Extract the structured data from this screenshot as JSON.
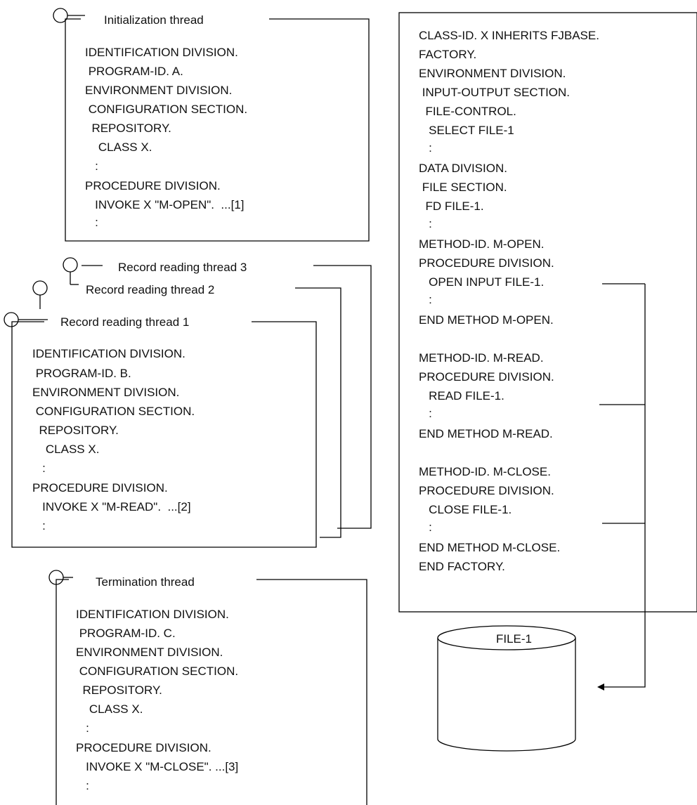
{
  "init_thread": {
    "title": "Initialization thread",
    "lines": [
      "IDENTIFICATION DIVISION.",
      " PROGRAM-ID. A.",
      "ENVIRONMENT DIVISION.",
      " CONFIGURATION SECTION.",
      "  REPOSITORY.",
      "    CLASS X.",
      "   :",
      "PROCEDURE DIVISION.",
      "   INVOKE X \"M-OPEN\".  ...[1]",
      "   :"
    ]
  },
  "record_threads": {
    "thread_3_title": "Record reading thread 3",
    "thread_2_title": "Record reading thread 2",
    "thread_1_title": "Record reading thread 1",
    "lines": [
      "IDENTIFICATION DIVISION.",
      " PROGRAM-ID. B.",
      "ENVIRONMENT DIVISION.",
      " CONFIGURATION SECTION.",
      "  REPOSITORY.",
      "    CLASS X.",
      "   :",
      "PROCEDURE DIVISION.",
      "   INVOKE X \"M-READ\".  ...[2]",
      "   :"
    ]
  },
  "termination_thread": {
    "title": "Termination thread",
    "lines": [
      "IDENTIFICATION DIVISION.",
      " PROGRAM-ID. C.",
      "ENVIRONMENT DIVISION.",
      " CONFIGURATION SECTION.",
      "  REPOSITORY.",
      "    CLASS X.",
      "   :",
      "PROCEDURE DIVISION.",
      "   INVOKE X \"M-CLOSE\". ...[3]",
      "   :"
    ]
  },
  "class_x": {
    "lines": [
      "CLASS-ID. X INHERITS FJBASE.",
      "FACTORY.",
      "ENVIRONMENT DIVISION.",
      " INPUT-OUTPUT SECTION.",
      "  FILE-CONTROL.",
      "   SELECT FILE-1",
      "   :",
      "DATA DIVISION.",
      " FILE SECTION.",
      "  FD FILE-1.",
      "   :",
      "METHOD-ID. M-OPEN.",
      "PROCEDURE DIVISION.",
      "   OPEN INPUT FILE-1.",
      "   :",
      "END METHOD M-OPEN.",
      "",
      "METHOD-ID. M-READ.",
      "PROCEDURE DIVISION.",
      "   READ FILE-1.",
      "   :",
      "END METHOD M-READ.",
      "",
      "METHOD-ID. M-CLOSE.",
      "PROCEDURE DIVISION.",
      "   CLOSE FILE-1.",
      "   :",
      "END METHOD M-CLOSE.",
      "END FACTORY."
    ]
  },
  "file": {
    "label": "FILE-1"
  }
}
